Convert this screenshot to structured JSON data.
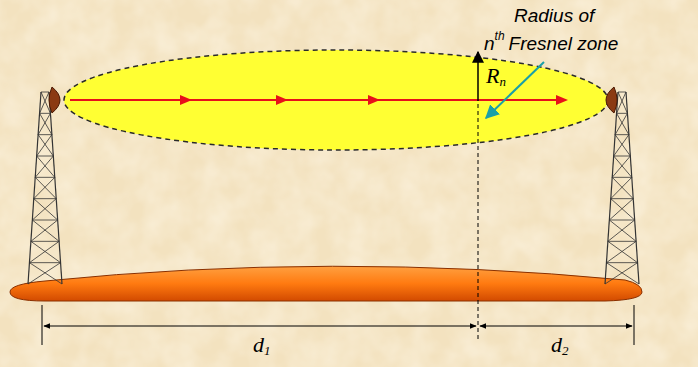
{
  "diagram": {
    "labels": [
      "Radius of",
      "n",
      "th",
      "Fresnel zone",
      "R",
      "n",
      "d",
      "1",
      "d",
      "2"
    ]
  }
}
